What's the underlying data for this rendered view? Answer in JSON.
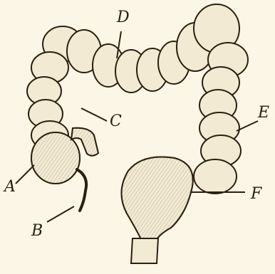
{
  "labels": {
    "A": "A",
    "B": "B",
    "C": "C",
    "D": "D",
    "E": "E",
    "F": "F"
  },
  "colors": {
    "ink": "#2b2010",
    "paper": "#fbf6e6",
    "tissue": "#f3ead3"
  }
}
